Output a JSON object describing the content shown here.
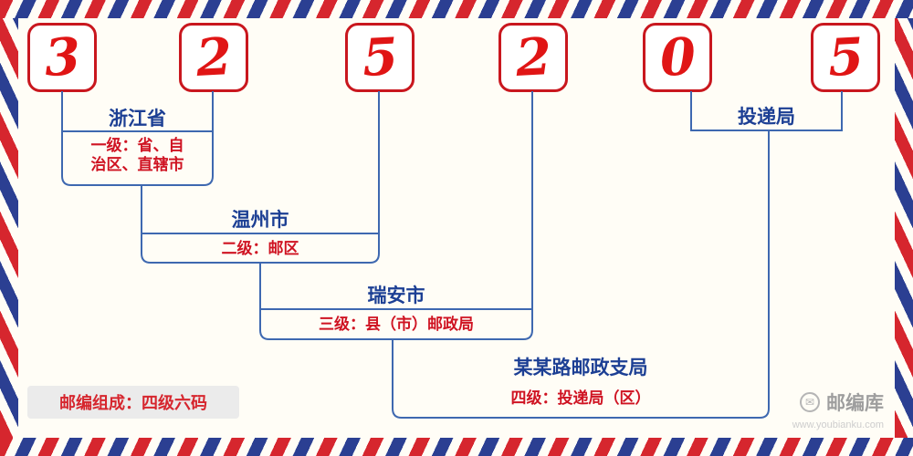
{
  "digits": [
    "3",
    "2",
    "5",
    "2",
    "0",
    "5"
  ],
  "levels": [
    {
      "name": "浙江省",
      "desc_lines": [
        "一级：省、自",
        "治区、直辖市"
      ]
    },
    {
      "name": "温州市",
      "desc_lines": [
        "二级：邮区"
      ]
    },
    {
      "name": "瑞安市",
      "desc_lines": [
        "三级：县（市）邮政局"
      ]
    },
    {
      "name": "某某路邮政支局",
      "desc_lines": [
        "四级：投递局（区）"
      ]
    },
    {
      "name": "投递局",
      "desc_lines": []
    }
  ],
  "footer": {
    "composition": "邮编组成：四级六码"
  },
  "brand": {
    "name": "邮编库",
    "url": "www.youbianku.com",
    "icon": "envelope-icon"
  },
  "colors": {
    "digit_red": "#e01515",
    "box_border_red": "#c9171e",
    "label_blue": "#1c3f94",
    "line_blue": "#3e68b0",
    "desc_red": "#cf1322",
    "stripe_red": "#d6262e",
    "stripe_blue": "#2b3f92",
    "background": "#fffdf6"
  }
}
